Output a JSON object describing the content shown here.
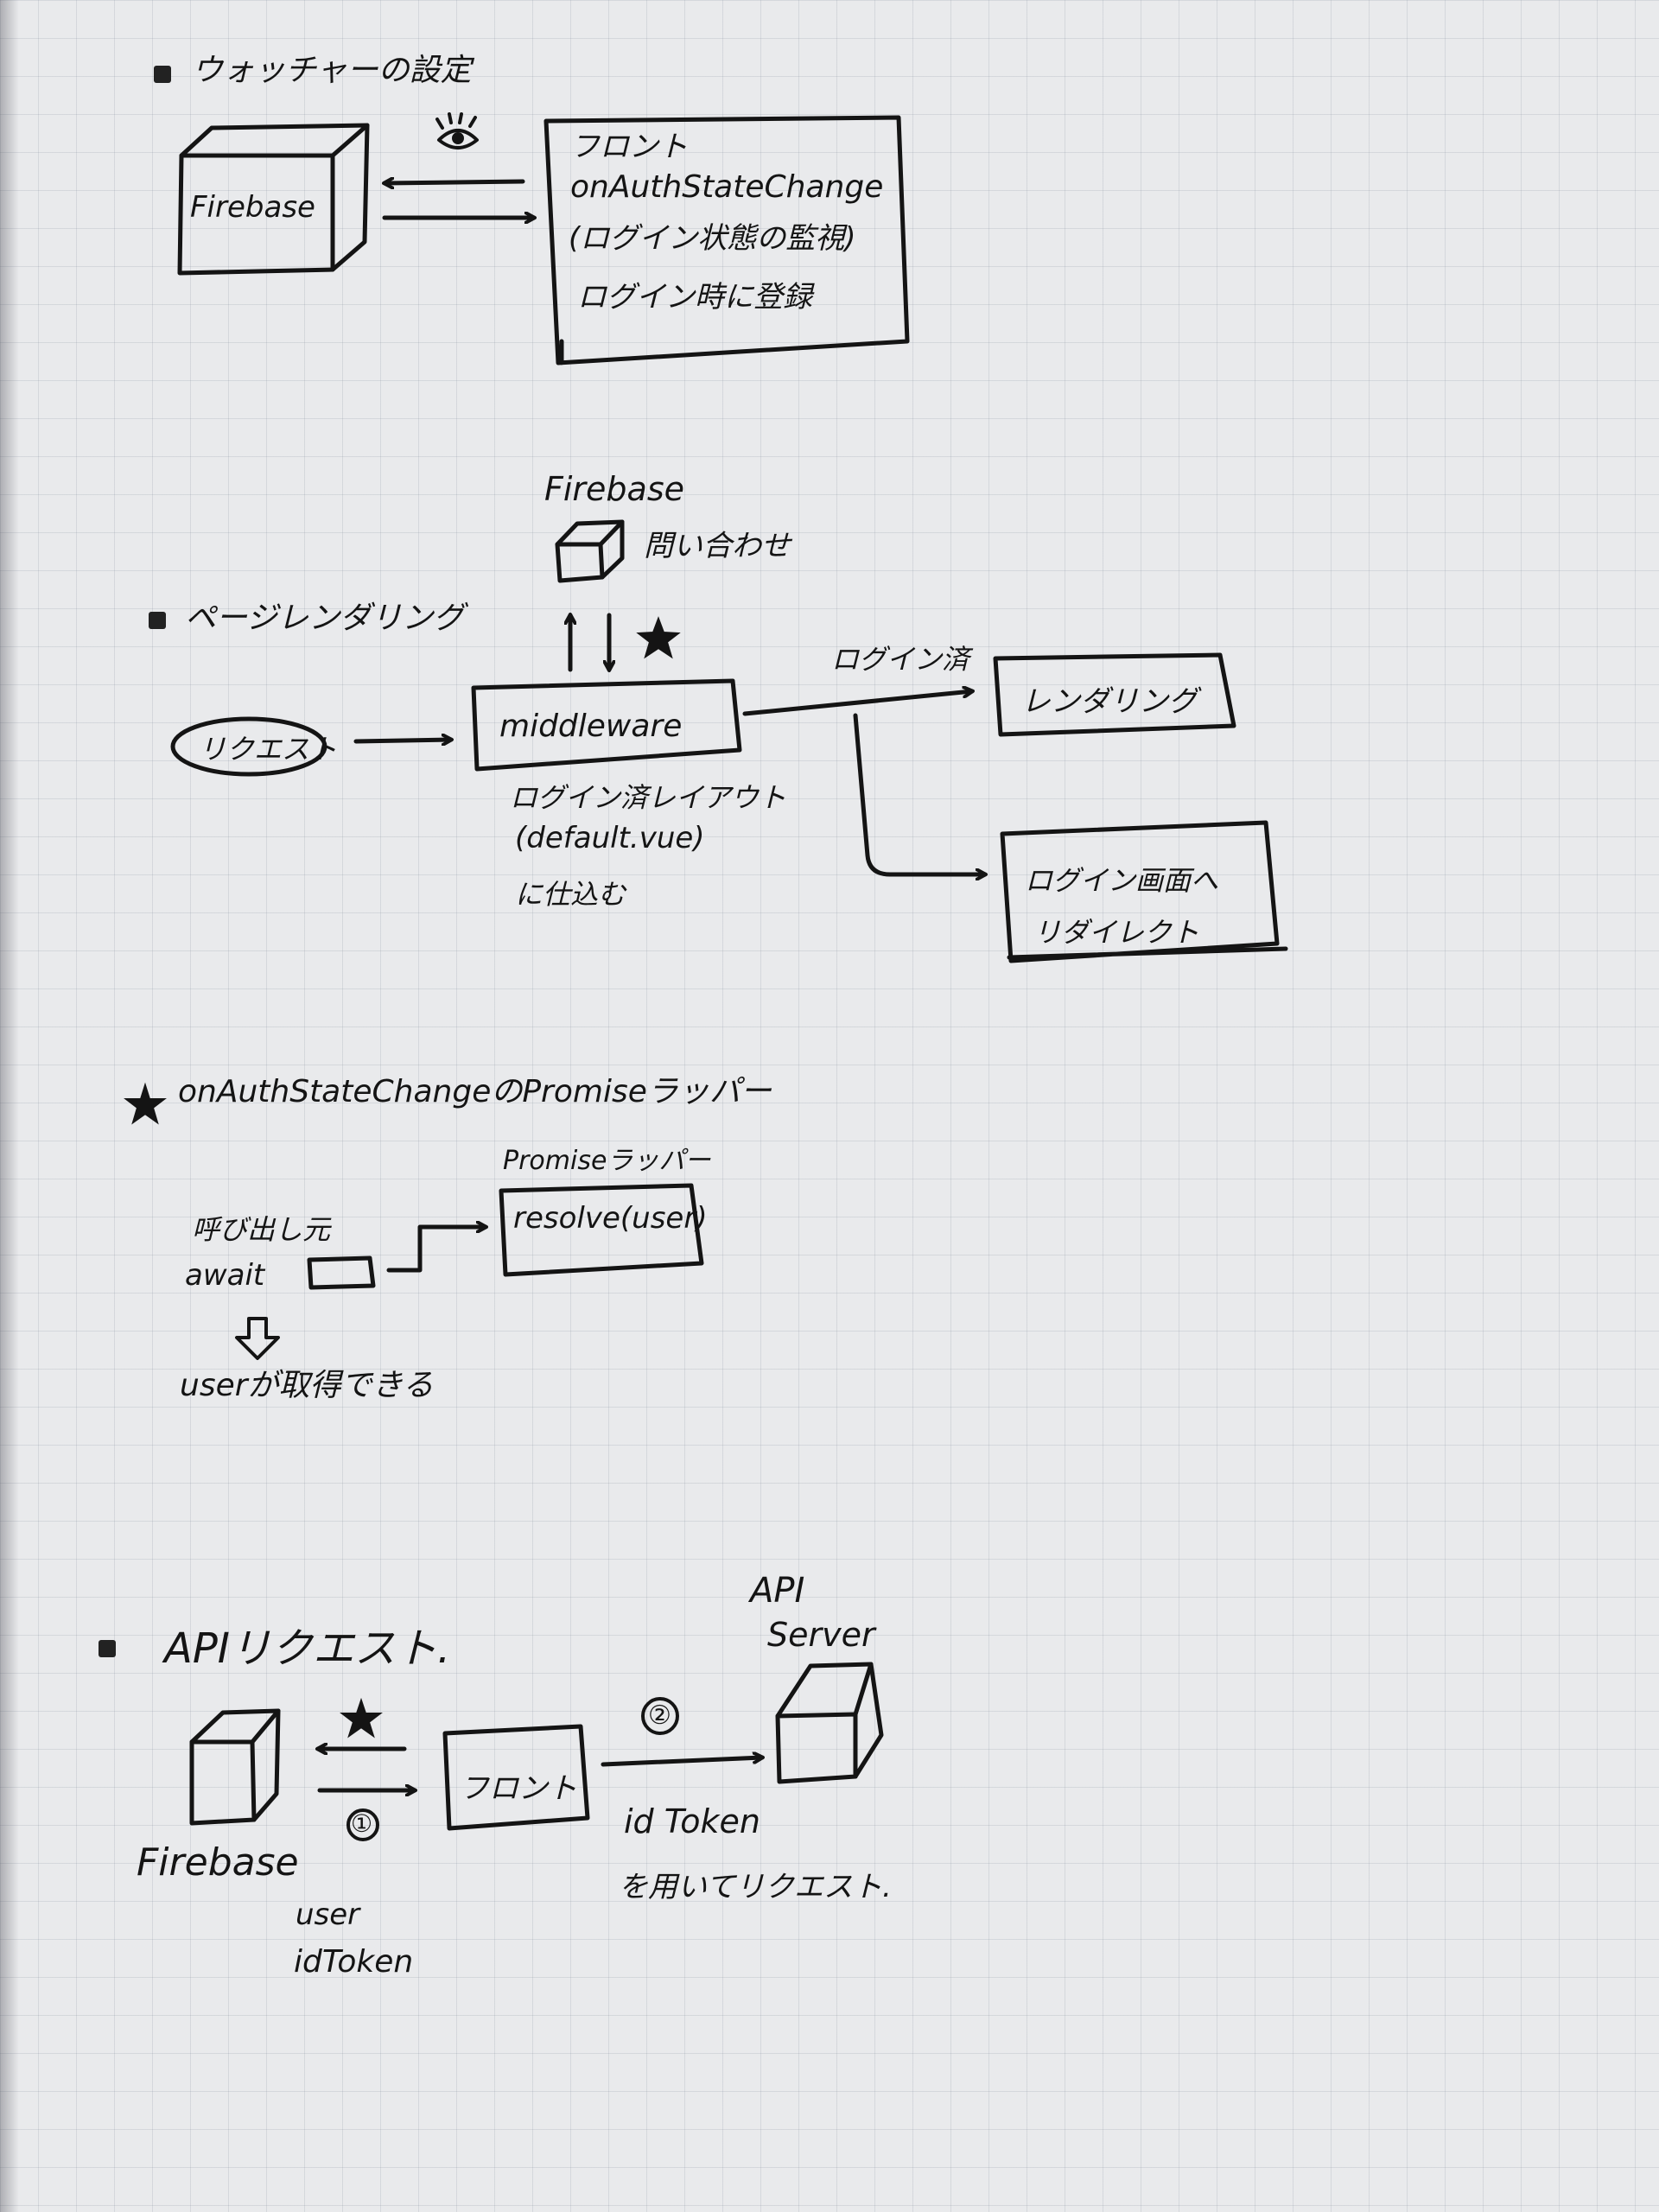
{
  "sections": {
    "watcher": {
      "title": "ウォッチャーの設定",
      "firebase_label": "Firebase",
      "front_title": "フロント",
      "front_line1": "onAuthStateChange",
      "front_line2": "(ログイン状態の監視)",
      "front_line3": "ログイン時に登録"
    },
    "page_rendering": {
      "title": "ページレンダリング",
      "firebase_label": "Firebase",
      "inquiry": "問い合わせ",
      "request": "リクエスト",
      "middleware": "middleware",
      "note_line1": "ログイン済レイアウト",
      "note_line2": "(default.vue)",
      "note_line3": "に仕込む",
      "logged_in": "ログイン済",
      "rendering_box": "レンダリング",
      "redirect_line1": "ログイン画面へ",
      "redirect_line2": "リダイレクト"
    },
    "promise_wrapper": {
      "title": "onAuthStateChangeのPromiseラッパー",
      "wrapper_label": "Promiseラッパー",
      "resolve": "resolve(user)",
      "caller": "呼び出し元",
      "await": "await",
      "result": "userが取得できる"
    },
    "api_request": {
      "title": "APIリクエスト.",
      "server_line1": "API",
      "server_line2": "Server",
      "firebase_label": "Firebase",
      "front_box": "フロント",
      "step1": "①",
      "step2": "②",
      "user": "user",
      "id_token": "idToken",
      "id_token_label": "id Token",
      "use_request": "を用いてリクエスト."
    }
  },
  "icons": [
    "eye-icon",
    "star-icon",
    "cube-icon",
    "down-arrow-icon"
  ],
  "colors": {
    "ink": "#141414",
    "paper": "#e9eaec",
    "grid": "#aab0bd"
  }
}
